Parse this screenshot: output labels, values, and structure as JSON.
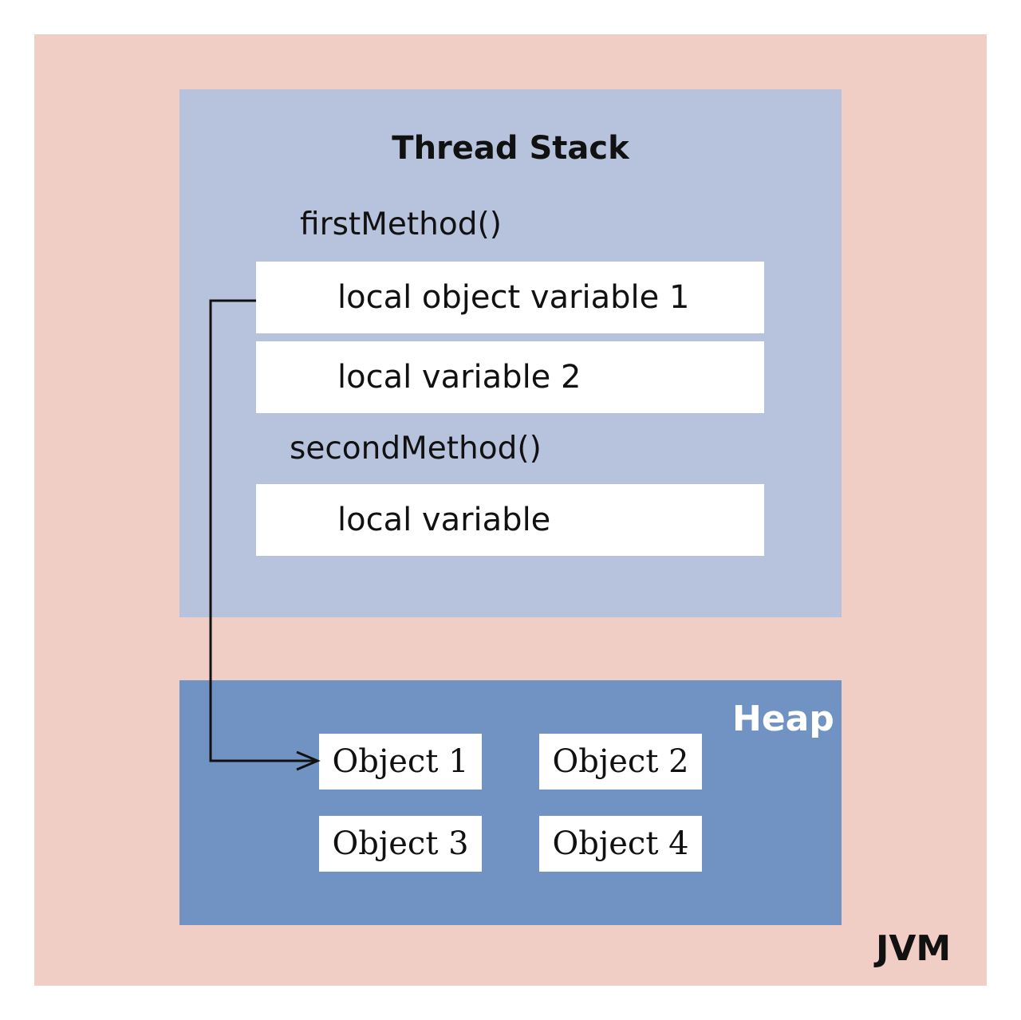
{
  "jvm": {
    "label": "JVM"
  },
  "thread_stack": {
    "title": "Thread Stack",
    "frames": [
      {
        "method": "firstMethod()",
        "variables": [
          "local object variable 1",
          "local variable 2"
        ]
      },
      {
        "method": "secondMethod()",
        "variables": [
          "local variable"
        ]
      }
    ]
  },
  "heap": {
    "title": "Heap",
    "objects": [
      "Object 1",
      "Object 2",
      "Object 3",
      "Object 4"
    ]
  },
  "colors": {
    "jvm_background": "#f0cec5",
    "stack_background": "#b7c2dd",
    "heap_background": "#7193c3",
    "box_fill": "#ffffff",
    "text": "#111111"
  }
}
